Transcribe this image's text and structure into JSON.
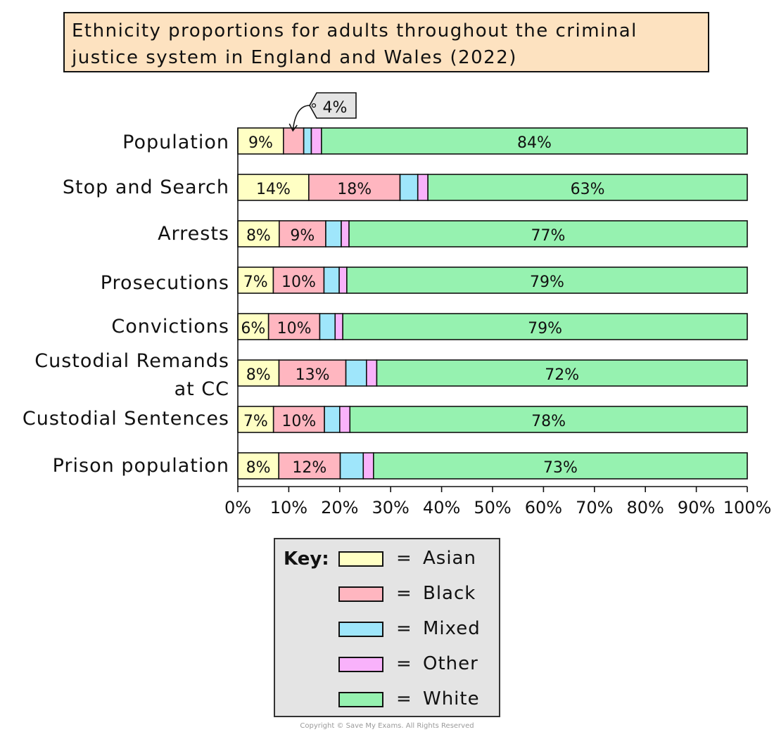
{
  "title": {
    "line1": "Ethnicity proportions for adults throughout the criminal",
    "line2": "justice system in England and Wales (2022)"
  },
  "chart_data": {
    "type": "bar",
    "orientation": "horizontal",
    "stacked": true,
    "categories": [
      "Population",
      "Stop and Search",
      "Arrests",
      "Prosecutions",
      "Convictions",
      "Custodial Remands at CC",
      "Custodial Sentences",
      "Prison population"
    ],
    "category_lines": [
      [
        "Population"
      ],
      [
        "Stop and  Search"
      ],
      [
        "Arrests"
      ],
      [
        "Prosecutions"
      ],
      [
        "Convictions"
      ],
      [
        "Custodial Remands",
        "at CC"
      ],
      [
        "Custodial Sentences"
      ],
      [
        "Prison population"
      ]
    ],
    "series": [
      {
        "name": "Asian",
        "color": "#ffffc4",
        "values": [
          9,
          14,
          8,
          7,
          6,
          8,
          7,
          8
        ],
        "labels": [
          "9%",
          "14%",
          "8%",
          "7%",
          "6%",
          "8%",
          "7%",
          "8%"
        ]
      },
      {
        "name": "Black",
        "color": "#ffb6c0",
        "values": [
          4,
          18,
          9,
          10,
          10,
          13,
          10,
          12
        ],
        "labels": [
          "",
          "18%",
          "9%",
          "10%",
          "10%",
          "13%",
          "10%",
          "12%"
        ]
      },
      {
        "name": "Mixed",
        "color": "#9fe6fb",
        "values": [
          1.5,
          3.5,
          3,
          3,
          3,
          4,
          3,
          4.5
        ],
        "labels": [
          "",
          "",
          "",
          "",
          "",
          "",
          "",
          ""
        ]
      },
      {
        "name": "Other",
        "color": "#f9b2fb",
        "values": [
          2,
          2,
          1.5,
          1.5,
          1.5,
          2,
          2,
          2
        ],
        "labels": [
          "",
          "",
          "",
          "",
          "",
          "",
          "",
          ""
        ]
      },
      {
        "name": "White",
        "color": "#96f2b0",
        "values": [
          84,
          63,
          77,
          79,
          79,
          72,
          78,
          73
        ],
        "labels": [
          "84%",
          "63%",
          "77%",
          "79%",
          "79%",
          "72%",
          "78%",
          "73%"
        ]
      }
    ],
    "xlim": [
      0,
      100
    ],
    "xticks": [
      "0%",
      "10%",
      "20%",
      "30%",
      "40%",
      "50%",
      "60%",
      "70%",
      "80%",
      "90%",
      "100%"
    ],
    "callout": {
      "text": "4%",
      "category": "Population",
      "series": "Black"
    },
    "legend": {
      "placement": "bottom",
      "title": "Key:",
      "eq": "="
    }
  },
  "copyright": "Copyright © Save My Exams. All Rights Reserved"
}
